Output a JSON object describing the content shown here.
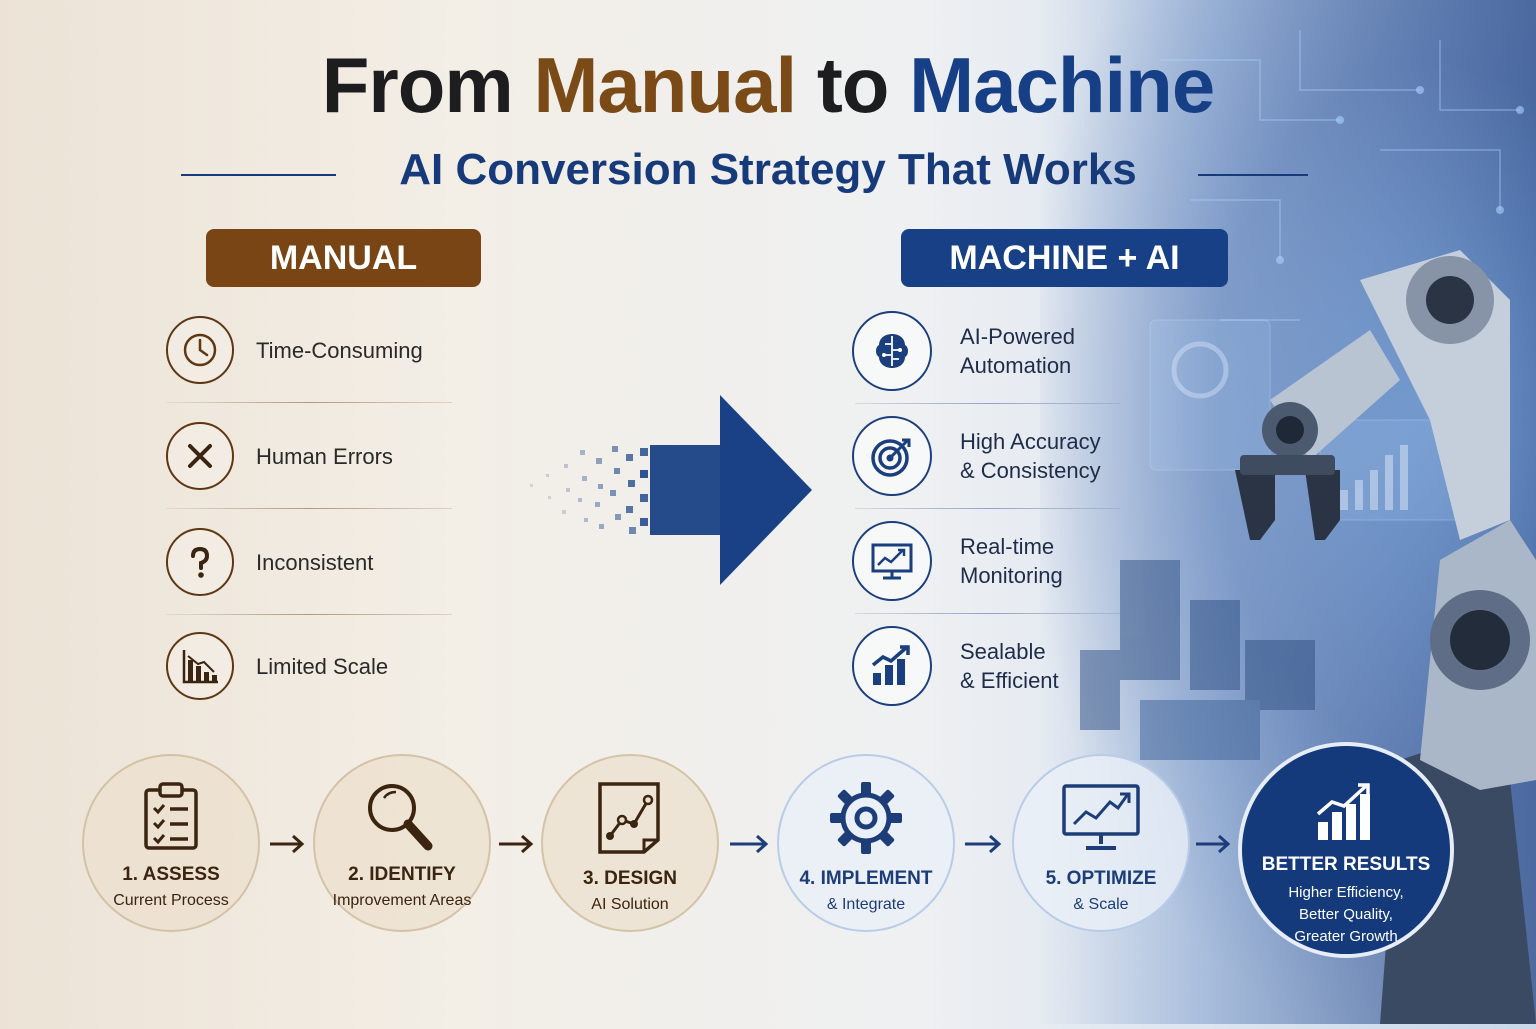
{
  "title": {
    "part1": "From ",
    "manual": "Manual",
    "to": " to ",
    "machine": "Machine"
  },
  "subtitle": "AI Conversion Strategy That Works",
  "manual": {
    "label": "MANUAL",
    "items": [
      {
        "text": "Time-Consuming",
        "icon": "clock-icon"
      },
      {
        "text": "Human Errors",
        "icon": "x-mark-icon"
      },
      {
        "text": "Inconsistent",
        "icon": "question-icon"
      },
      {
        "text": "Limited Scale",
        "icon": "declining-chart-icon"
      }
    ]
  },
  "machine": {
    "label": "MACHINE + AI",
    "items": [
      {
        "line1": "AI-Powered",
        "line2": "Automation",
        "icon": "brain-icon"
      },
      {
        "line1": "High Accuracy",
        "line2": "& Consistency",
        "icon": "target-icon"
      },
      {
        "line1": "Real-time",
        "line2": "Monitoring",
        "icon": "monitor-chart-icon"
      },
      {
        "line1": "Sealable",
        "line2": "& Efficient",
        "icon": "growth-chart-icon"
      }
    ]
  },
  "steps": [
    {
      "title": "1. ASSESS",
      "sub": "Current Process",
      "icon": "clipboard-icon"
    },
    {
      "title": "2. IDENTIFY",
      "sub": "Improvement Areas",
      "icon": "magnifier-icon"
    },
    {
      "title": "3. DESIGN",
      "sub": "AI Solution",
      "icon": "design-doc-icon"
    },
    {
      "title": "4. IMPLEMENT",
      "sub": "& Integrate",
      "icon": "gear-icon"
    },
    {
      "title": "5. OPTIMIZE",
      "sub": "& Scale",
      "icon": "monitor-chart-icon"
    }
  ],
  "result": {
    "title": "BETTER RESULTS",
    "lines": [
      "Higher Efficiency,",
      "Better Quality,",
      "Greater Growth"
    ],
    "icon": "bar-chart-up-icon"
  },
  "colors": {
    "brown": "#7a4515",
    "navy": "#174086",
    "dark": "#1d1d1f"
  }
}
